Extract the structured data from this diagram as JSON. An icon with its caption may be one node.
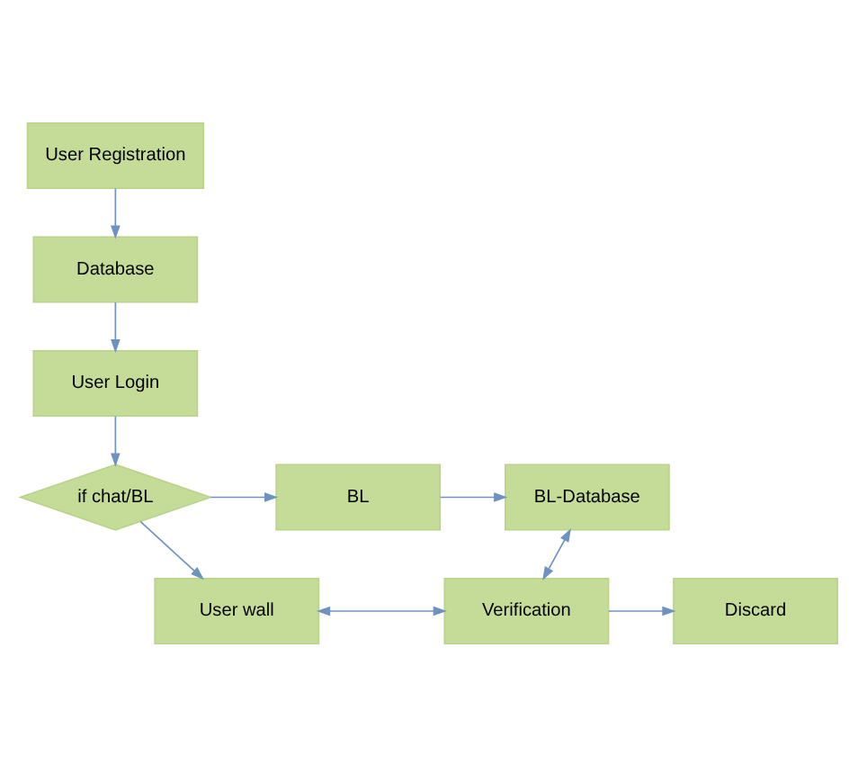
{
  "diagram": {
    "nodes": [
      {
        "text": [
          "User Registration"
        ]
      },
      {
        "text": [
          "Database"
        ]
      },
      {
        "text": [
          "User Login"
        ]
      },
      {
        "text": [
          "if chat/BL"
        ]
      },
      {
        "text": [
          "BL"
        ]
      },
      {
        "text": [
          "BL-Database"
        ]
      },
      {
        "text": [
          "User wall"
        ]
      },
      {
        "text": [
          "Verification"
        ]
      },
      {
        "text": [
          "Discard"
        ]
      }
    ],
    "edges": [
      {
        "from": 0,
        "to": 1,
        "arrow": "to"
      },
      {
        "from": 1,
        "to": 2,
        "arrow": "to"
      },
      {
        "from": 2,
        "to": 3,
        "arrow": "to"
      },
      {
        "from": 3,
        "to": 4,
        "arrow": "to"
      },
      {
        "from": 4,
        "to": 5,
        "arrow": "to"
      },
      {
        "from": 3,
        "to": 6,
        "arrow": "to"
      },
      {
        "from": 6,
        "to": 7,
        "arrow": "both"
      },
      {
        "from": 7,
        "to": 5,
        "arrow": "both"
      },
      {
        "from": 7,
        "to": 8,
        "arrow": "to"
      }
    ]
  }
}
